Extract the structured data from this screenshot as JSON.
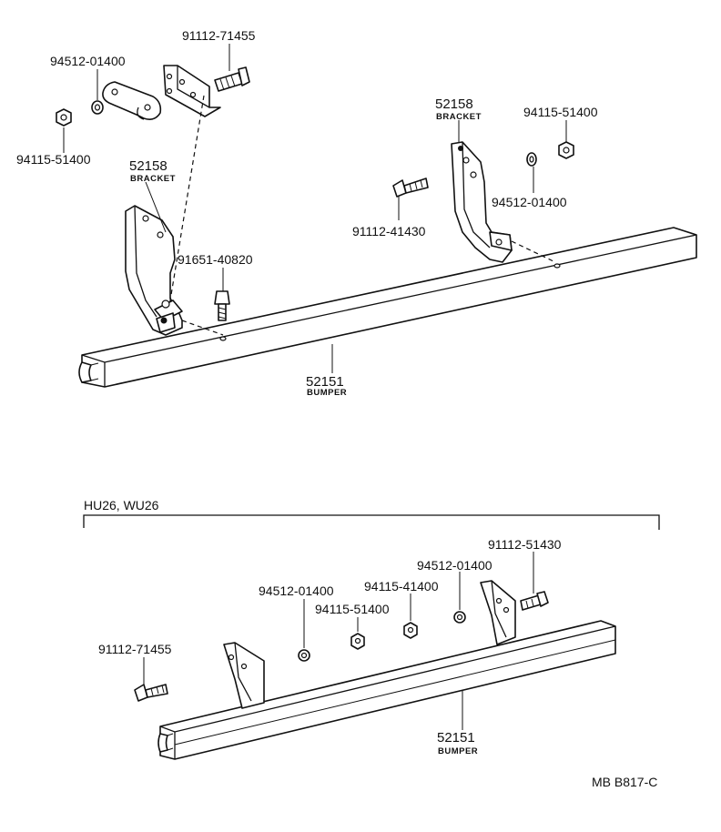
{
  "top_assembly": {
    "callouts": [
      {
        "part_no": "91112-71455"
      },
      {
        "part_no": "94512-01400"
      },
      {
        "part_no": "94115-51400"
      },
      {
        "part_no": "52158",
        "name": "BRACKET"
      },
      {
        "part_no": "91651-40820"
      },
      {
        "part_no": "52158",
        "name": "BRACKET"
      },
      {
        "part_no": "94115-51400"
      },
      {
        "part_no": "94512-01400"
      },
      {
        "part_no": "91112-41430"
      },
      {
        "part_no": "52151",
        "name": "BUMPER"
      }
    ]
  },
  "bottom_assembly": {
    "heading": "HU26, WU26",
    "callouts": [
      {
        "part_no": "91112-51430"
      },
      {
        "part_no": "94512-01400"
      },
      {
        "part_no": "94115-41400"
      },
      {
        "part_no": "94512-01400"
      },
      {
        "part_no": "94115-51400"
      },
      {
        "part_no": "91112-71455"
      },
      {
        "part_no": "52151",
        "name": "BUMPER"
      }
    ]
  },
  "diagram_code": "MB B817-C"
}
